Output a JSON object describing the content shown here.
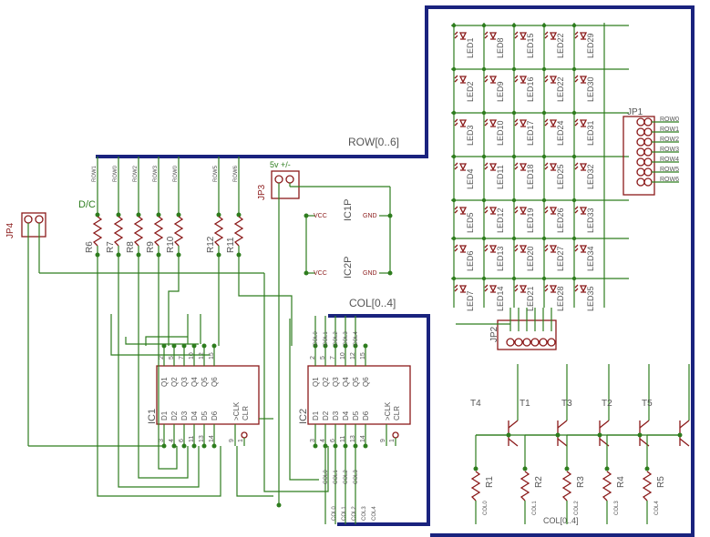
{
  "buses": {
    "row": "ROW[0..6]",
    "col_top": "COL[0..4]",
    "col_bottom": "COL[0..4]"
  },
  "supply": "5v +/-",
  "dc_label": "D/C",
  "connectors": {
    "jp1": "JP1",
    "jp2": "JP2",
    "jp3": "JP3",
    "jp4": "JP4"
  },
  "jp1_pins": [
    "ROW0",
    "ROW1",
    "ROW2",
    "ROW3",
    "ROW4",
    "ROW5",
    "ROW6"
  ],
  "top_nets": [
    "ROW1",
    "ROW0",
    "ROW2",
    "ROW3",
    "ROW0",
    "ROW5",
    "ROW6"
  ],
  "top_resistors": [
    "R6",
    "R7",
    "R8",
    "R9",
    "R10",
    "R12",
    "R11"
  ],
  "power_ics": [
    {
      "name": "IC1P",
      "vcc": "VCC",
      "gnd": "GND"
    },
    {
      "name": "IC2P",
      "vcc": "VCC",
      "gnd": "GND"
    }
  ],
  "ic1": {
    "name": "IC1",
    "q_pins": [
      "Q1",
      "Q2",
      "Q3",
      "Q4",
      "Q5",
      "Q6"
    ],
    "d_pins": [
      "D1",
      "D2",
      "D3",
      "D4",
      "D5",
      "D6"
    ],
    "clk": ">CLK",
    "clr": "CLR",
    "top_nums": [
      "2",
      "5",
      "7",
      "10",
      "12",
      "15"
    ],
    "bot_nums": [
      "3",
      "4",
      "6",
      "11",
      "13",
      "14"
    ],
    "side_nums": [
      "9",
      "1"
    ]
  },
  "ic2": {
    "name": "IC2",
    "q_pins": [
      "Q1",
      "Q2",
      "Q3",
      "Q4",
      "Q5",
      "Q6"
    ],
    "d_pins": [
      "D1",
      "D2",
      "D3",
      "D4",
      "D5",
      "D6"
    ],
    "clk": ">CLK",
    "clr": "CLR",
    "top_nums": [
      "2",
      "5",
      "7",
      "10",
      "12",
      "15"
    ],
    "bot_nums": [
      "3",
      "4",
      "6",
      "11",
      "13",
      "14"
    ],
    "side_nums": [
      "9",
      "1"
    ],
    "top_nets": [
      "COL0",
      "COL1",
      "COL2",
      "COL3",
      "COL4"
    ],
    "bot_nets": [
      "COL0",
      "COL1",
      "COL2",
      "COL3"
    ],
    "bus_nets": [
      "COL0",
      "COL1",
      "COL2",
      "COL3",
      "COL4"
    ]
  },
  "leds": [
    [
      "LED1",
      "LED8",
      "LED15",
      "LED22",
      "LED29"
    ],
    [
      "LED2",
      "LED9",
      "LED16",
      "LED22",
      "LED30"
    ],
    [
      "LED3",
      "LED10",
      "LED17",
      "LED24",
      "LED31"
    ],
    [
      "LED4",
      "LED11",
      "LED18",
      "LED25",
      "LED32"
    ],
    [
      "LED5",
      "LED12",
      "LED19",
      "LED26",
      "LED33"
    ],
    [
      "LED6",
      "LED13",
      "LED20",
      "LED27",
      "LED34"
    ],
    [
      "LED7",
      "LED14",
      "LED21",
      "LED28",
      "LED35"
    ]
  ],
  "transistors": [
    "T4",
    "T1",
    "T3",
    "T2",
    "T5"
  ],
  "bottom_resistors": [
    "R1",
    "R2",
    "R3",
    "R4",
    "R5"
  ],
  "bottom_nets": [
    "COL0",
    "COL1",
    "COL2",
    "COL3",
    "COL4"
  ]
}
